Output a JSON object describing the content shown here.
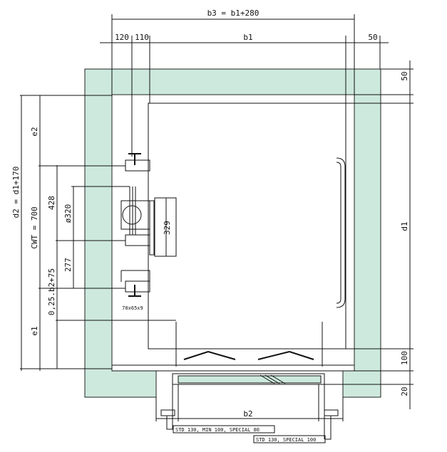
{
  "dimensions": {
    "b3": "b3 = b1+280",
    "w120": "120",
    "w110": "110",
    "b1": "b1",
    "w50_top": "50",
    "h50": "50",
    "d1": "d1",
    "h100": "100",
    "h20": "20",
    "d2": "d2 = d1+170",
    "e2": "e2",
    "cwt": "CWT = 700",
    "e1": "e1",
    "h428": "428",
    "offset": "0,25.b2+75",
    "h277": "277",
    "dia": "ø320",
    "h329": "329",
    "b2": "b2"
  },
  "labels": {
    "rail": "70x65x9",
    "left_note": "STD 130, MIN 100, SPECIAL 80",
    "right_note": "STD 130, SPECIAL 100"
  },
  "colors": {
    "wall": "#cde9dd"
  }
}
